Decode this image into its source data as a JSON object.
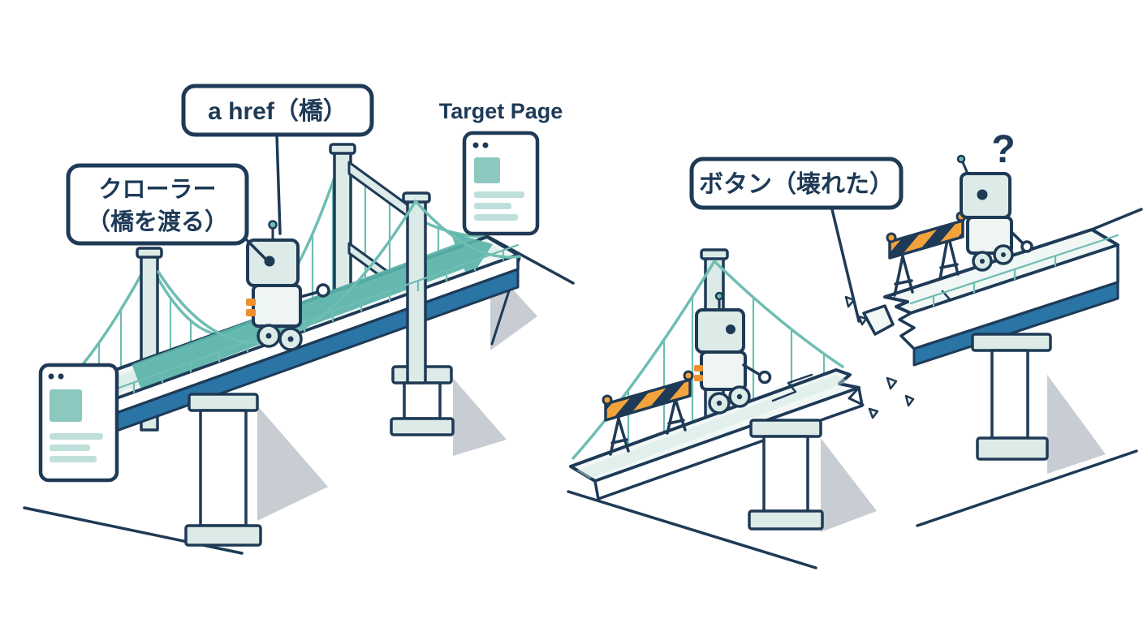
{
  "left_scene": {
    "bridge_label": "a href（橋）",
    "crawler_label": {
      "line1": "クローラー",
      "line2": "（橋を渡る）"
    },
    "target_page_label": "Target Page"
  },
  "right_scene": {
    "broken_button_label": "ボタン（壊れた）",
    "question_mark": "?"
  },
  "colors": {
    "outline_navy": "#1e3a56",
    "teal": "#6fbdb3",
    "light_teal": "#cfe7e2",
    "deck_fill": "#f0f7f5",
    "arrow_teal": "#59b3a8",
    "girder_blue": "#2a74a6",
    "shadow_gray": "#c7cdd2",
    "barrier_orange": "#f2a33c",
    "accent_orange": "#ee8f2e",
    "question_blue": "#2b7de0",
    "background": "#ffffff"
  },
  "icons": {
    "crawler_robot": "robot-icon",
    "stuck_robot": "robot-icon",
    "confused_robot": "robot-icon",
    "source_page": "browser-window-icon",
    "target_page": "browser-window-icon",
    "barrier": "construction-barrier-icon",
    "direction_arrow": "arrow-right-icon"
  }
}
